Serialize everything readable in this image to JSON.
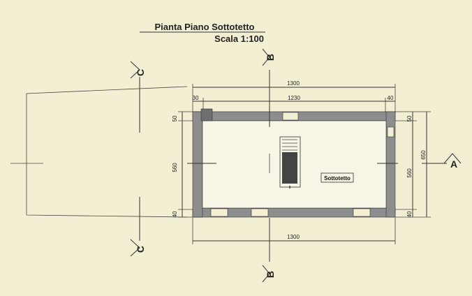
{
  "title": "Pianta Piano Sottotetto",
  "scale": "Scala 1:100",
  "room_label": "Sottotetto",
  "dimensions": {
    "total_width_top": "1300",
    "inner_width": "1230",
    "left_offset": "30",
    "right_offset": "40",
    "total_width_bottom": "1300",
    "left_top_wall": "50",
    "left_inner": "560",
    "left_bottom_wall": "40",
    "right_top_wall": "50",
    "right_inner": "560",
    "right_bottom_wall": "40",
    "overall_depth": "650"
  },
  "sections": {
    "a_right": "A",
    "b_top": "B",
    "b_bottom": "B",
    "c_top": "C",
    "c_bottom": "C"
  }
}
